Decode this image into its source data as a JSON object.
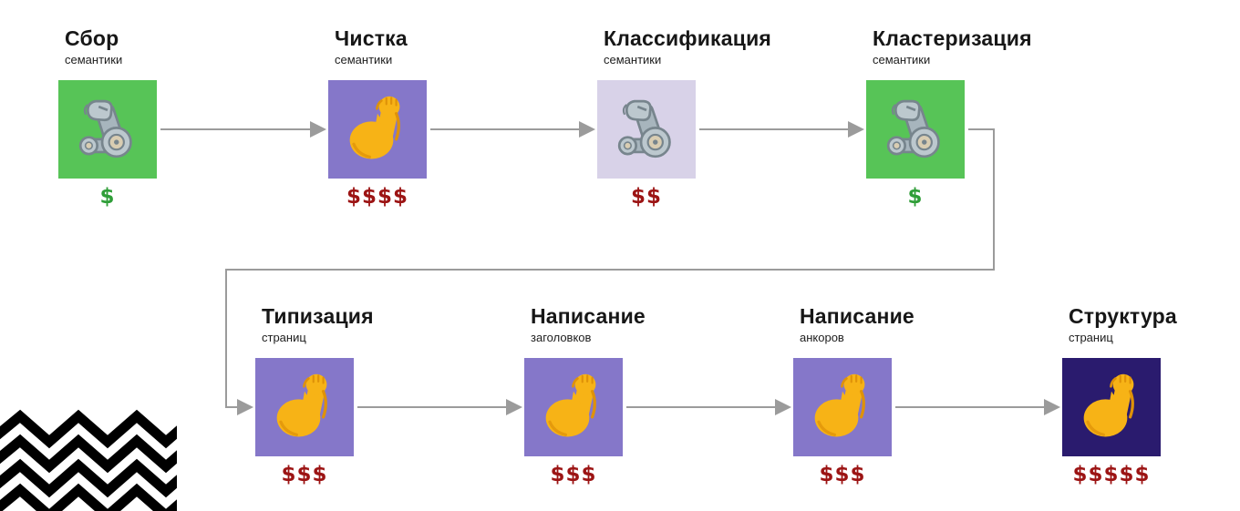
{
  "steps": [
    {
      "title": "Сбор",
      "subtitle": "семантики",
      "cost": "$",
      "cost_color": "#2f9e38",
      "box_color": "#57c457",
      "icon": "mechanical-arm"
    },
    {
      "title": "Чистка",
      "subtitle": "семантики",
      "cost": "$$$$",
      "cost_color": "#9c1414",
      "box_color": "#8577c9",
      "icon": "flexed-biceps"
    },
    {
      "title": "Классификация",
      "subtitle": "семантики",
      "cost": "$$",
      "cost_color": "#9c1414",
      "box_color": "#d8d2e8",
      "icon": "mechanical-arm"
    },
    {
      "title": "Кластеризация",
      "subtitle": "семантики",
      "cost": "$",
      "cost_color": "#2f9e38",
      "box_color": "#57c457",
      "icon": "mechanical-arm"
    },
    {
      "title": "Типизация",
      "subtitle": "страниц",
      "cost": "$$$",
      "cost_color": "#9c1414",
      "box_color": "#8577c9",
      "icon": "flexed-biceps"
    },
    {
      "title": "Написание",
      "subtitle": "заголовков",
      "cost": "$$$",
      "cost_color": "#9c1414",
      "box_color": "#8577c9",
      "icon": "flexed-biceps"
    },
    {
      "title": "Написание",
      "subtitle": "анкоров",
      "cost": "$$$",
      "cost_color": "#9c1414",
      "box_color": "#8577c9",
      "icon": "flexed-biceps"
    },
    {
      "title": "Структура",
      "subtitle": "страниц",
      "cost": "$$$$$",
      "cost_color": "#9c1414",
      "box_color": "#2a1b6e",
      "icon": "flexed-biceps"
    }
  ],
  "colors": {
    "arrow": "#9b9b9b",
    "zigzag": "#000000",
    "cost_cheap": "#2f9e38",
    "cost_expensive": "#9c1414",
    "green_box": "#57c457",
    "purple_box": "#8577c9",
    "lavender_box": "#d8d2e8",
    "indigo_box": "#2a1b6e"
  }
}
